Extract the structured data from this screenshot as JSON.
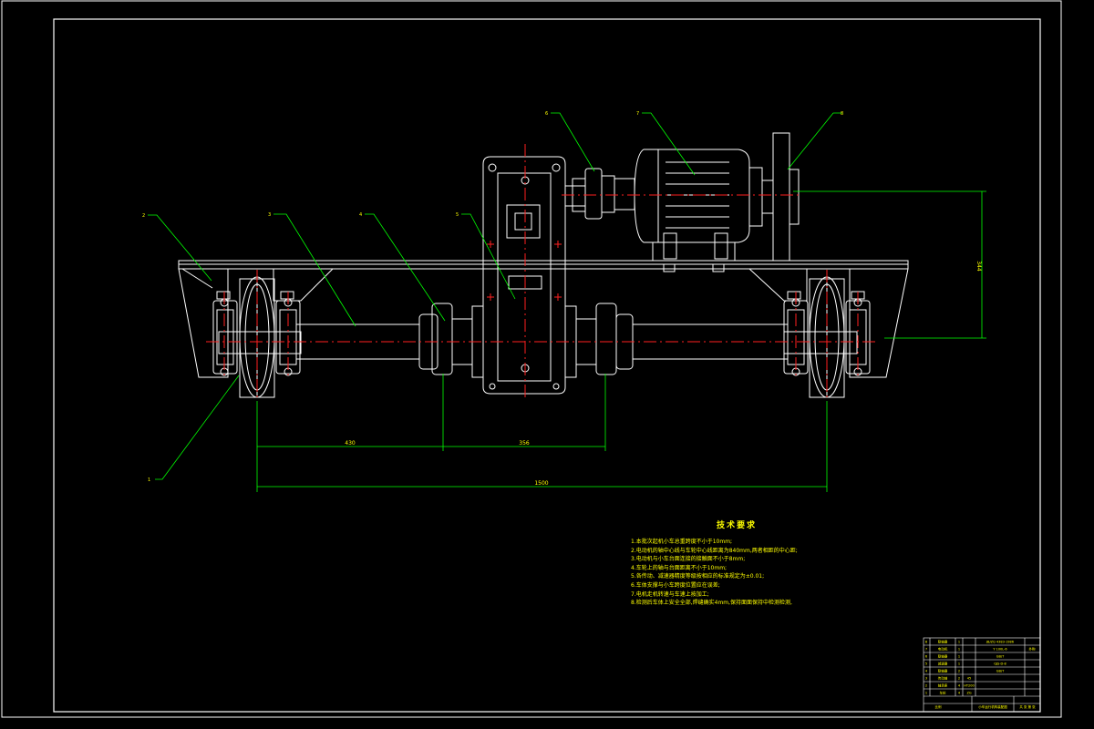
{
  "drawing": {
    "tech_title": "技术要求",
    "notes": [
      "1.本批次起机小车总重跨度不小于10mm;",
      "2.电动机的轴中心线与车轮中心线距离为840mm,两者相距的中心距;",
      "3.电动机与小车台面连接的接触面不小于8mm;",
      "4.车轮上的轴与台面距离不小于10mm;",
      "5.各传动、减速器精度等级按相应的标准规定为±0.01;",
      "6.车体支撑与小车跨度位置应在误差;",
      "7.电机走机转速与车速上按加工;",
      "8.检测后车体上安全全部,焊缝确实4mm,保持面面保持中检测检测,"
    ],
    "part_labels": [
      "1",
      "2",
      "3",
      "4",
      "5",
      "6",
      "7",
      "8"
    ],
    "dimensions": {
      "wheel_to_coupling": "430",
      "coupling_span": "356",
      "wheel_span": "1500",
      "motor_height": "344"
    },
    "title_block": {
      "rows": [
        [
          "8",
          "联轴器",
          "1",
          "",
          "JB/ZQ 4383-1986",
          "",
          ""
        ],
        [
          "7",
          "电动机",
          "1",
          "",
          "Y 100L-6",
          "",
          "外购"
        ],
        [
          "6",
          "联轴器",
          "1",
          "",
          "GB/T",
          "",
          ""
        ],
        [
          "5",
          "减速器",
          "1",
          "",
          "QJS-D-8",
          "",
          ""
        ],
        [
          "4",
          "联轴器",
          "2",
          "",
          "GB/T",
          "",
          ""
        ],
        [
          "3",
          "传动轴",
          "2",
          "45",
          "",
          "",
          ""
        ],
        [
          "2",
          "轴承座",
          "4",
          "HT200",
          "",
          "",
          ""
        ],
        [
          "1",
          "车轮",
          "4",
          "ZG",
          "",
          "",
          ""
        ]
      ],
      "drawing_title": "小车运行机构装配图",
      "scale_label": "比例",
      "sheet_label": "共 张 第 张"
    }
  },
  "colors": {
    "background": "#000000",
    "line": "#ffffff",
    "center": "#ff2020",
    "leader": "#00ff00",
    "dimension": "#00ff00",
    "text": "#ffff00"
  }
}
